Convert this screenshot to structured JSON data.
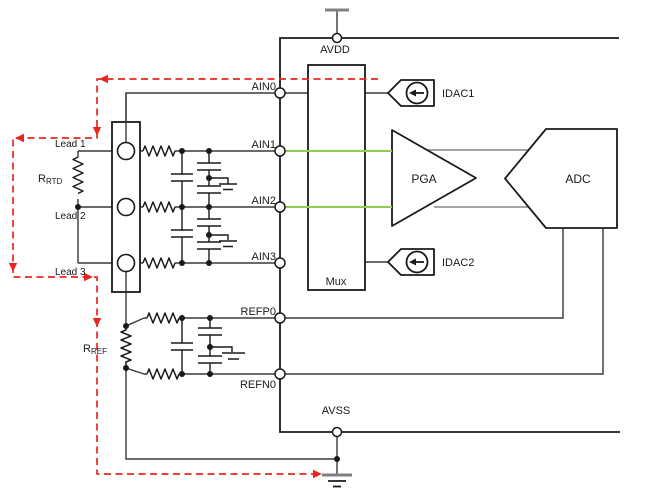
{
  "labels": {
    "avdd": "AVDD",
    "avss": "AVSS",
    "ain0": "AIN0",
    "ain1": "AIN1",
    "ain2": "AIN2",
    "ain3": "AIN3",
    "refp0": "REFP0",
    "refn0": "REFN0",
    "mux": "Mux",
    "pga": "PGA",
    "adc": "ADC",
    "idac1": "IDAC1",
    "idac2": "IDAC2",
    "lead1": "Lead 1",
    "lead2": "Lead 2",
    "lead3": "Lead 3",
    "r_rtd": {
      "base": "R",
      "sub": "RTD"
    },
    "r_ref": {
      "base": "R",
      "sub": "REF"
    }
  },
  "colors": {
    "current_path_red": "#e8271f",
    "signal_green": "#8ecf50",
    "wire": "#3a3a3a",
    "outline": "#1a1a1a",
    "supply_gray": "#808080"
  }
}
